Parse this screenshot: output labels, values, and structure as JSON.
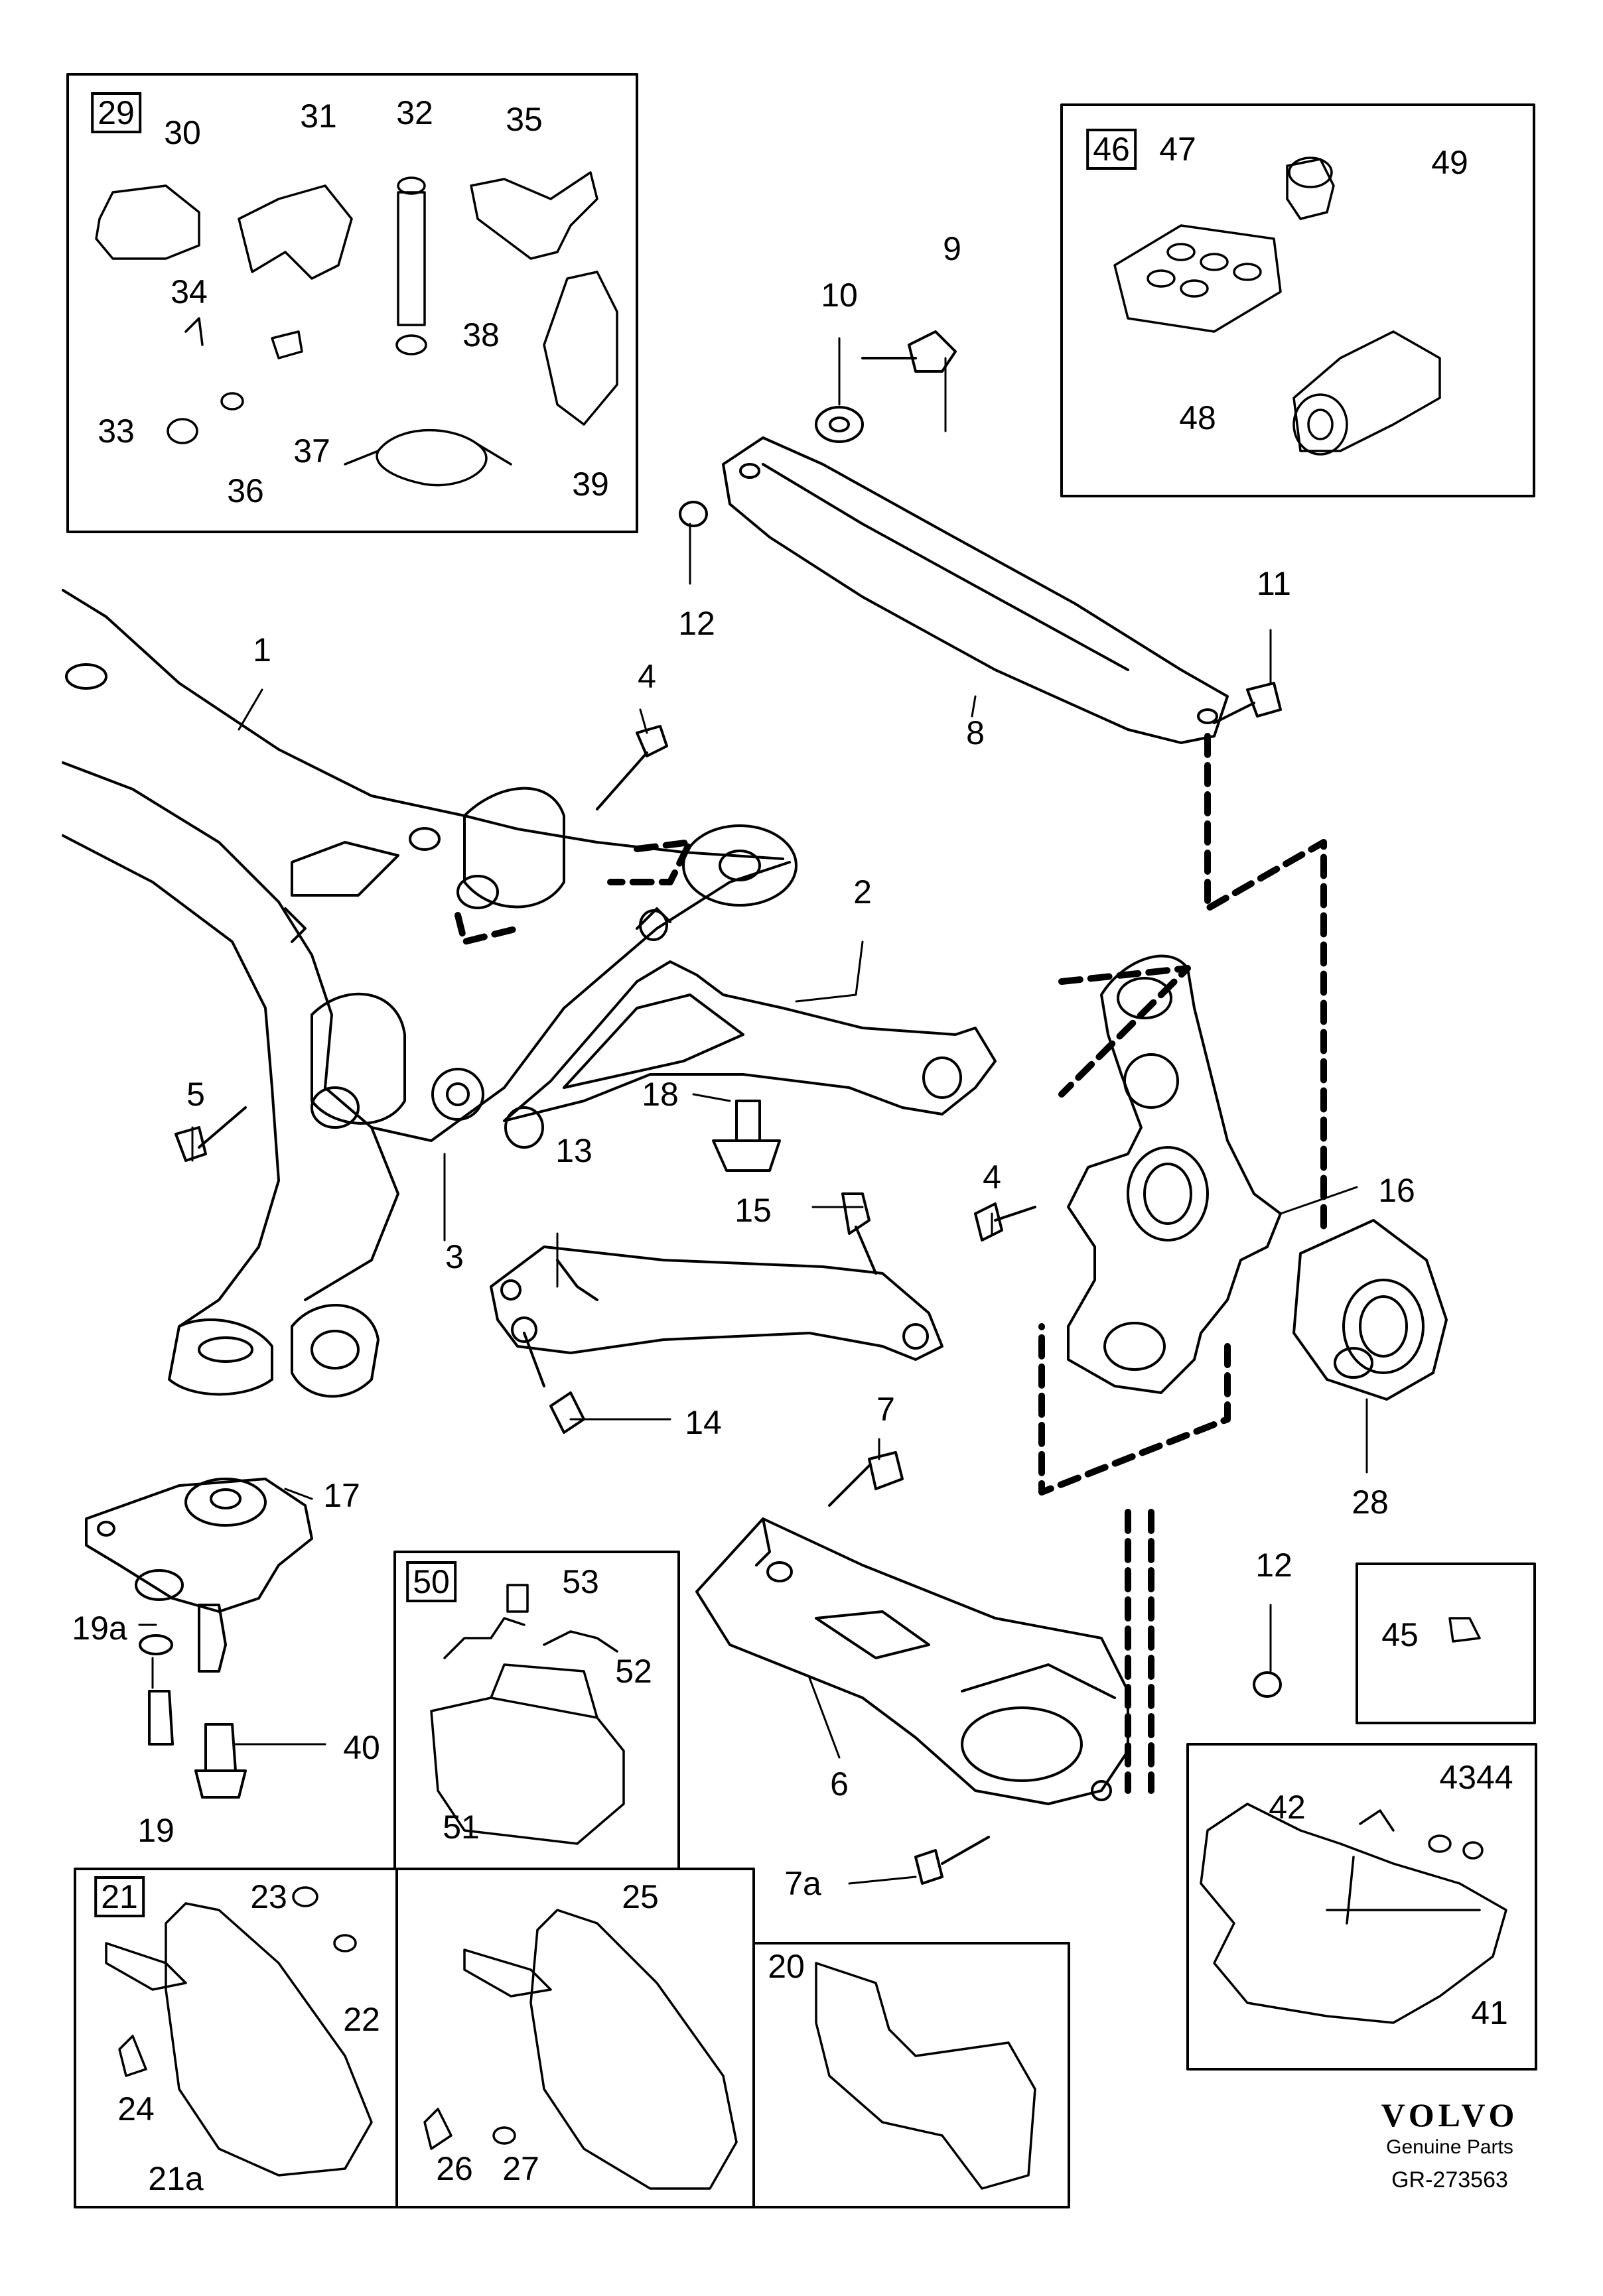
{
  "callouts": {
    "c1": "1",
    "c2": "2",
    "c3": "3",
    "c4": "4",
    "c4b": "4",
    "c5": "5",
    "c6": "6",
    "c7": "7",
    "c7a": "7a",
    "c8": "8",
    "c9": "9",
    "c10": "10",
    "c11": "11",
    "c12": "12",
    "c12b": "12",
    "c13": "13",
    "c14": "14",
    "c15": "15",
    "c16": "16",
    "c17": "17",
    "c18": "18",
    "c19": "19",
    "c19a": "19a",
    "c20": "20",
    "c21": "21",
    "c21a": "21a",
    "c22": "22",
    "c23": "23",
    "c24": "24",
    "c25": "25",
    "c26": "26",
    "c27": "27",
    "c28": "28",
    "c29": "29",
    "c30": "30",
    "c31": "31",
    "c32": "32",
    "c33": "33",
    "c34": "34",
    "c35": "35",
    "c36": "36",
    "c37": "37",
    "c38": "38",
    "c39": "39",
    "c40": "40",
    "c41": "41",
    "c42": "42",
    "c4344": "4344",
    "c45": "45",
    "c46": "46",
    "c47": "47",
    "c48": "48",
    "c49": "49",
    "c50": "50",
    "c51": "51",
    "c52": "52",
    "c53": "53"
  },
  "brand": {
    "logo": "VOLVO",
    "subtitle": "Genuine Parts",
    "reference": "GR-273563"
  }
}
